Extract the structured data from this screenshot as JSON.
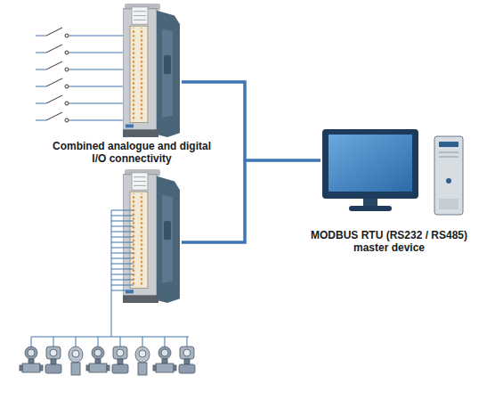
{
  "diagram": {
    "nodes": [
      {
        "text": [
          "Combined analogue and digital I/O connectivity"
        ]
      },
      {
        "text": [
          "MODBUS RTU (RS232 / RS485) master device"
        ]
      }
    ],
    "edges": [
      {
        "from": 0,
        "to": 1,
        "arrow": "none"
      }
    ]
  }
}
